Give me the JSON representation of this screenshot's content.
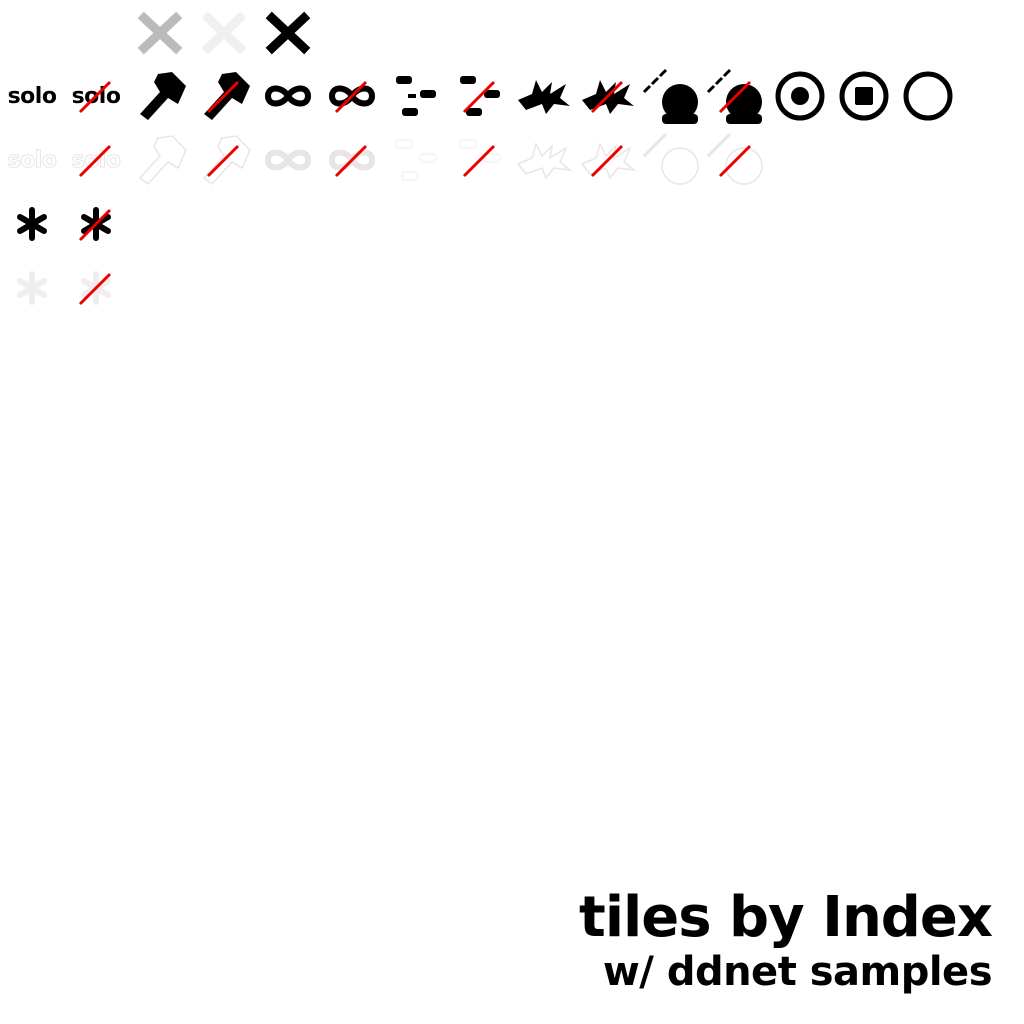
{
  "tiles": {
    "solo_label": "solo",
    "solo_disabled_label": "solo",
    "icons": [
      "x-mark-icon-gray",
      "x-mark-icon-faint",
      "x-mark-icon",
      "solo-text-icon",
      "hammer-icon",
      "infinity-icon",
      "dash-jetpack-icon",
      "spiky-burst-icon",
      "hook-ball-icon",
      "target-dot-icon",
      "stop-square-icon",
      "empty-ring-icon",
      "asterisk-icon"
    ],
    "colors": {
      "icon": "#000000",
      "disabled_slash": "#ee0000",
      "light_gray": "#bbbbbb",
      "faint": "#f0f0f0",
      "ghost_outline": "#e6e6e6"
    }
  },
  "credit": {
    "title": "tiles by Index",
    "subtitle": "w/ ddnet samples"
  }
}
